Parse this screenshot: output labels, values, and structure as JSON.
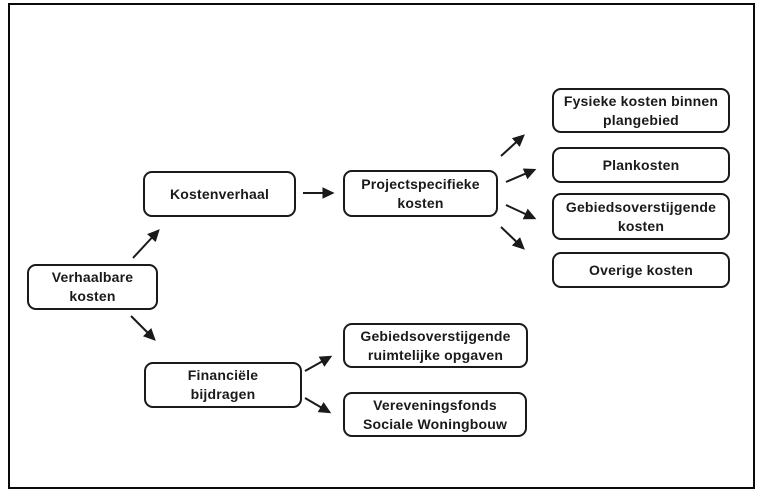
{
  "diagram": {
    "title": "Verhaalbare kosten flowchart",
    "colors": {
      "background": "#ffffff",
      "frame_border": "#0a0a0a",
      "box_border": "#1a1a1a",
      "box_fill": "#ffffff",
      "text": "#1a1a1a",
      "arrow": "#1a1a1a"
    },
    "nodes": {
      "verhaalbare_kosten": {
        "label": "Verhaalbare\nkosten"
      },
      "kostenverhaal": {
        "label": "Kostenverhaal"
      },
      "financiele_bijdragen": {
        "label": "Financiële\nbijdragen"
      },
      "projectspecifieke_kosten": {
        "label": "Projectspecifieke\nkosten"
      },
      "fysieke_kosten_binnen_plangebied": {
        "label": "Fysieke kosten binnen\nplangebied"
      },
      "plankosten": {
        "label": "Plankosten"
      },
      "gebiedsoverstijgende_kosten": {
        "label": "Gebiedsoverstijgende\nkosten"
      },
      "overige_kosten": {
        "label": "Overige kosten"
      },
      "gebiedsoverstijgende_ruimtelijke_opgaven": {
        "label": "Gebiedsoverstijgende\nruimtelijke opgaven"
      },
      "vereveningsfonds_sociale_woningbouw": {
        "label": "Vereveningsfonds\nSociale Woningbouw"
      }
    },
    "edges": [
      {
        "from": "verhaalbare_kosten",
        "to": "kostenverhaal"
      },
      {
        "from": "verhaalbare_kosten",
        "to": "financiele_bijdragen"
      },
      {
        "from": "kostenverhaal",
        "to": "projectspecifieke_kosten"
      },
      {
        "from": "projectspecifieke_kosten",
        "to": "fysieke_kosten_binnen_plangebied"
      },
      {
        "from": "projectspecifieke_kosten",
        "to": "plankosten"
      },
      {
        "from": "projectspecifieke_kosten",
        "to": "gebiedsoverstijgende_kosten"
      },
      {
        "from": "projectspecifieke_kosten",
        "to": "overige_kosten"
      },
      {
        "from": "financiele_bijdragen",
        "to": "gebiedsoverstijgende_ruimtelijke_opgaven"
      },
      {
        "from": "financiele_bijdragen",
        "to": "vereveningsfonds_sociale_woningbouw"
      }
    ]
  }
}
